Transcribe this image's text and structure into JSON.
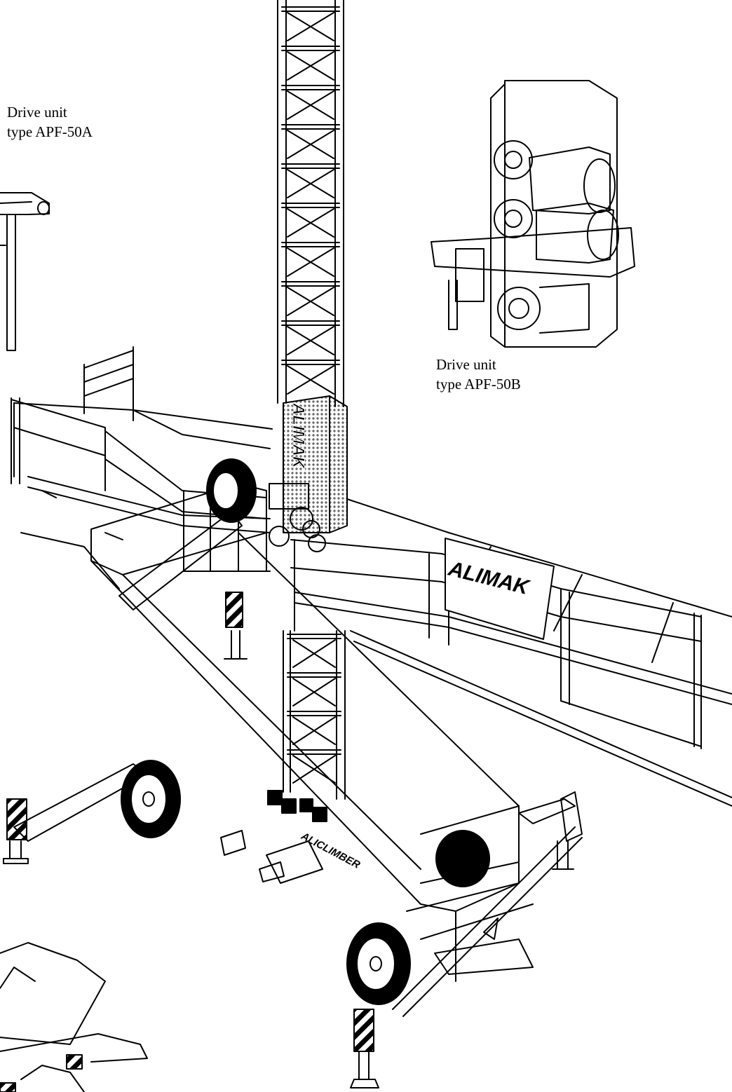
{
  "captions": {
    "drive_a": {
      "line1": "Drive unit",
      "line2": "type APF-50A"
    },
    "drive_b": {
      "line1": "Drive unit",
      "line2": "type APF-50B"
    }
  },
  "branding": {
    "mast_logo": "ALIMAK",
    "sign_logo": "ALIMAK",
    "chassis_label": "ALICLIMBER"
  },
  "colors": {
    "ink": "#000000",
    "paper": "#ffffff"
  }
}
